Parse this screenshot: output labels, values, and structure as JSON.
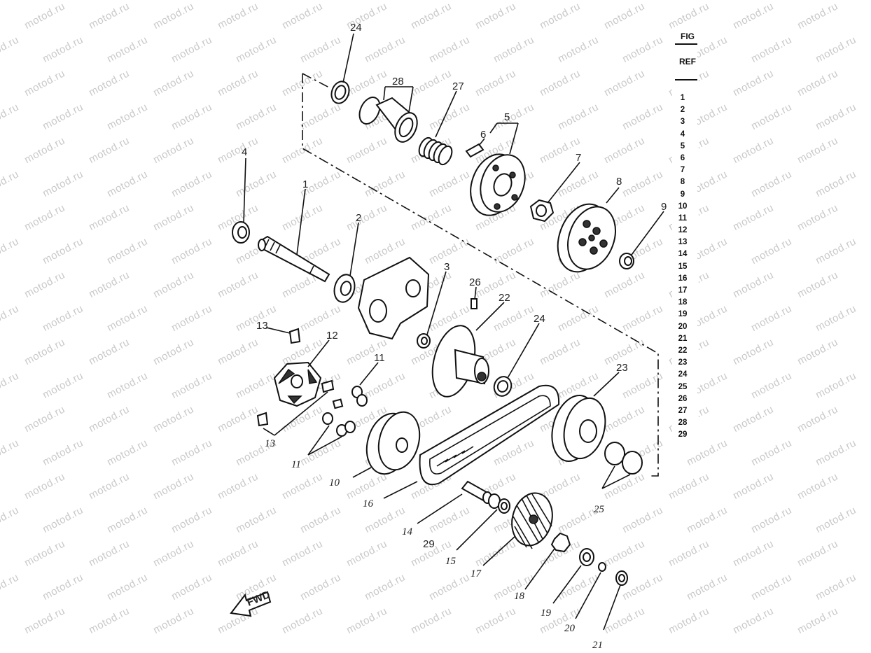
{
  "watermark": {
    "text": "motod.ru"
  },
  "ref_panel": {
    "fig_header": "FIG",
    "ref_header": "REF",
    "ref_numbers": [
      "1",
      "2",
      "3",
      "4",
      "5",
      "6",
      "7",
      "8",
      "9",
      "10",
      "11",
      "12",
      "13",
      "14",
      "15",
      "16",
      "17",
      "18",
      "19",
      "20",
      "21",
      "22",
      "23",
      "24",
      "25",
      "26",
      "27",
      "28",
      "29"
    ]
  },
  "diagram": {
    "fwd_label": "FWD",
    "callouts": {
      "c1": "1",
      "c2": "2",
      "c3": "3",
      "c4": "4",
      "c5": "5",
      "c6": "6",
      "c7": "7",
      "c8": "8",
      "c9": "9",
      "c10": "10",
      "c11a": "11",
      "c11b": "11",
      "c12": "12",
      "c13a": "13",
      "c13b": "13",
      "c14": "14",
      "c15": "15",
      "c16": "16",
      "c17": "17",
      "c18": "18",
      "c19": "19",
      "c20": "20",
      "c21": "21",
      "c22": "22",
      "c23": "23",
      "c24a": "24",
      "c24b": "24",
      "c25": "25",
      "c26": "26",
      "c27": "27",
      "c28": "28",
      "c29": "29"
    }
  }
}
